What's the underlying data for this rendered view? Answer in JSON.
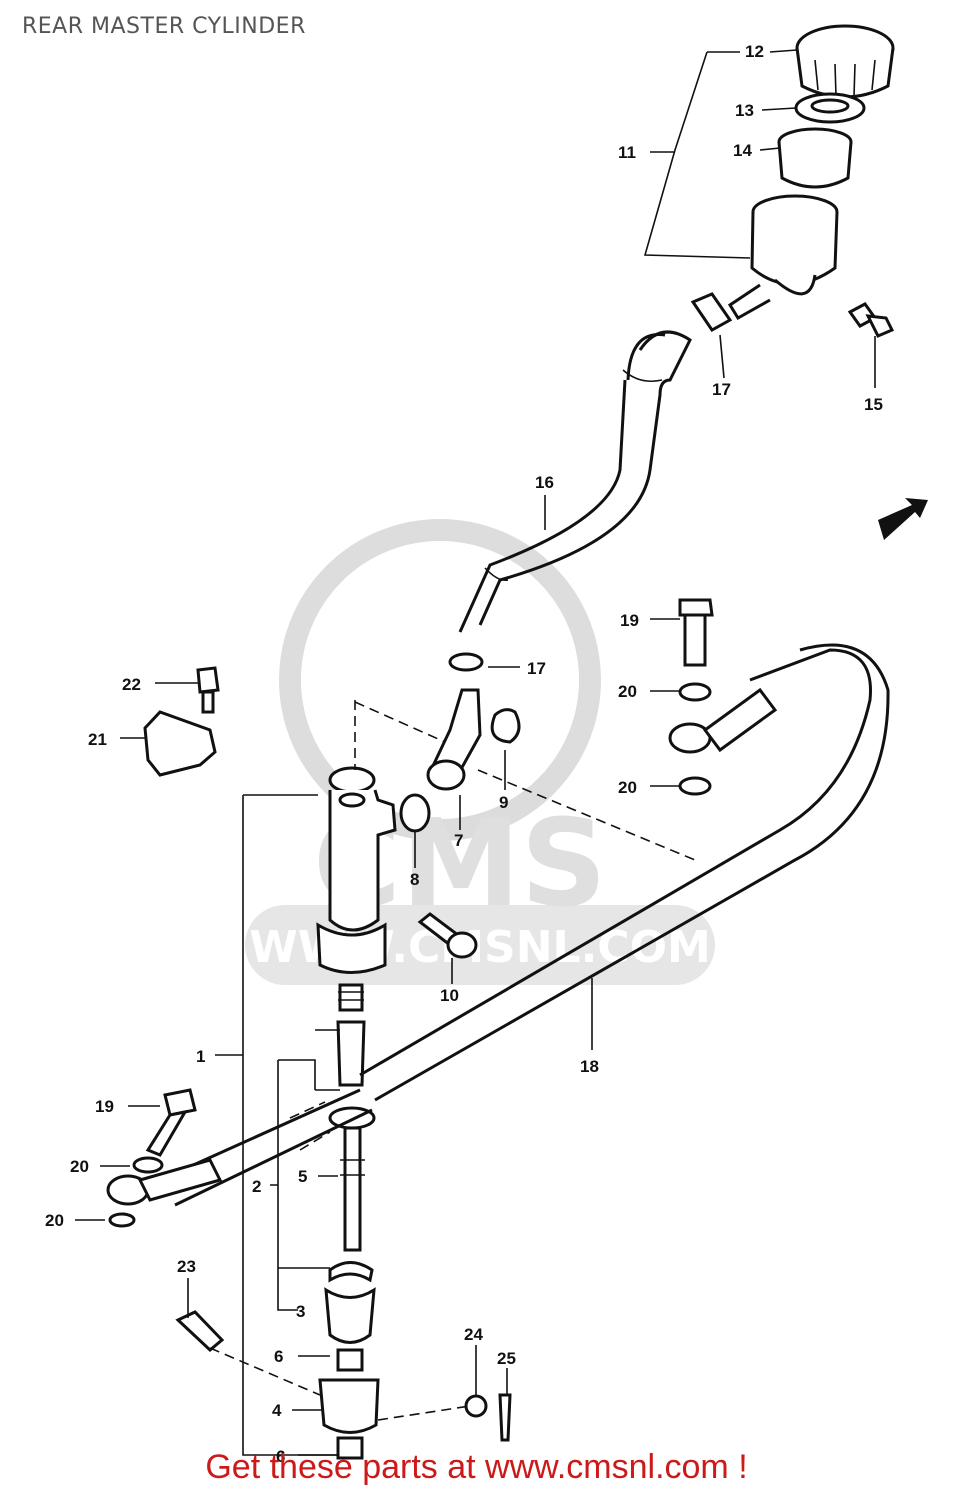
{
  "page": {
    "title": "REAR MASTER CYLINDER"
  },
  "watermark": {
    "text_top": "CMS",
    "text_bottom": "WWW.CMSNL.COM"
  },
  "callouts": [
    {
      "id": "c12",
      "label": "12"
    },
    {
      "id": "c13",
      "label": "13"
    },
    {
      "id": "c14",
      "label": "14"
    },
    {
      "id": "c11",
      "label": "11"
    },
    {
      "id": "c17a",
      "label": "17"
    },
    {
      "id": "c15",
      "label": "15"
    },
    {
      "id": "c16",
      "label": "16"
    },
    {
      "id": "c17b",
      "label": "17"
    },
    {
      "id": "c19a",
      "label": "19"
    },
    {
      "id": "c20a",
      "label": "20"
    },
    {
      "id": "c20b",
      "label": "20"
    },
    {
      "id": "c22",
      "label": "22"
    },
    {
      "id": "c21",
      "label": "21"
    },
    {
      "id": "c9",
      "label": "9"
    },
    {
      "id": "c7",
      "label": "7"
    },
    {
      "id": "c8",
      "label": "8"
    },
    {
      "id": "c10",
      "label": "10"
    },
    {
      "id": "c18",
      "label": "18"
    },
    {
      "id": "c1",
      "label": "1"
    },
    {
      "id": "c19b",
      "label": "19"
    },
    {
      "id": "c20c",
      "label": "20"
    },
    {
      "id": "c20d",
      "label": "20"
    },
    {
      "id": "c5",
      "label": "5"
    },
    {
      "id": "c2",
      "label": "2"
    },
    {
      "id": "c23",
      "label": "23"
    },
    {
      "id": "c3",
      "label": "3"
    },
    {
      "id": "c24",
      "label": "24"
    },
    {
      "id": "c25",
      "label": "25"
    },
    {
      "id": "c6a",
      "label": "6"
    },
    {
      "id": "c4",
      "label": "4"
    },
    {
      "id": "c6b",
      "label": "6"
    }
  ],
  "footer": {
    "text": "Get these parts at www.cmsnl.com !"
  }
}
